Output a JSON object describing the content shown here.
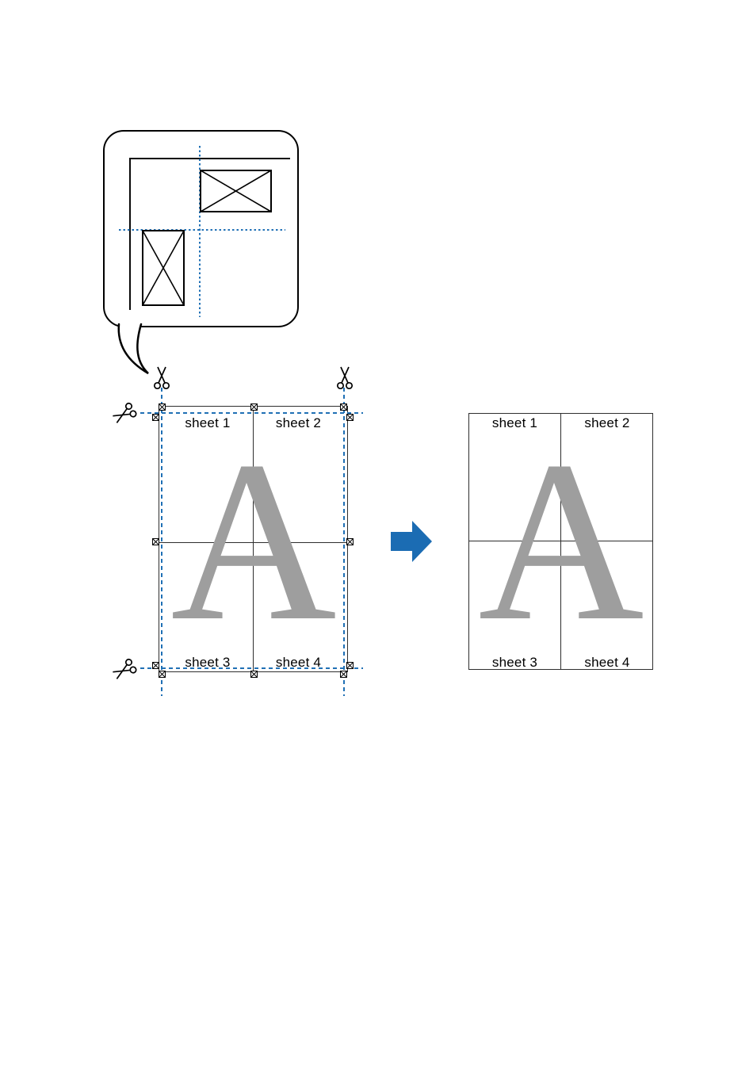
{
  "figure": {
    "description": "Poster printing: cut four printed sheets along the crop marks and tape them together",
    "letter": "A",
    "sheets": [
      "sheet 1",
      "sheet 2",
      "sheet 3",
      "sheet 4"
    ],
    "colors": {
      "guide_blue": "#2070b5",
      "arrow_blue": "#1b6cb3",
      "letter_gray": "#9e9e9e",
      "line_black": "#000000"
    },
    "icons": {
      "scissors": "scissors-icon",
      "crop_mark": "crop-mark-icon",
      "cross_mark": "cross-mark-icon",
      "arrow": "arrow-right-icon"
    }
  }
}
